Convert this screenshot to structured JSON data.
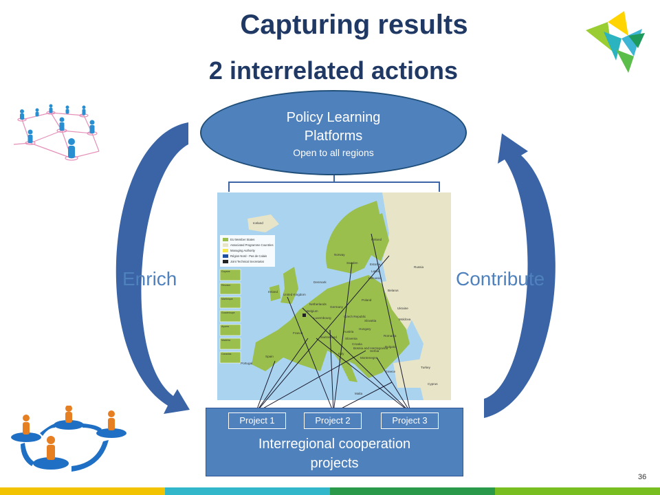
{
  "title": "Capturing results",
  "subtitle": "2 interrelated actions",
  "platform": {
    "line1": "Policy Learning",
    "line2": "Platforms",
    "note": "Open to all regions"
  },
  "projects_box": {
    "label_line1": "Interregional cooperation",
    "label_line2": "projects",
    "projects": [
      "Project 1",
      "Project 2",
      "Project 3"
    ]
  },
  "arrows": {
    "left_label": "Enrich",
    "right_label": "Contribute"
  },
  "map": {
    "legend": [
      "EU Member States",
      "Associated Programme Countries",
      "Managing Authority",
      "Région Nord - Pas de Calais",
      "Joint Technical Secretariat"
    ],
    "countries": [
      "Iceland",
      "Norway",
      "Sweden",
      "Finland",
      "Estonia",
      "Latvia",
      "Lithuania",
      "Russia",
      "Belarus",
      "Ukraine",
      "Moldova",
      "Poland",
      "Germany",
      "Denmark",
      "United Kingdom",
      "Ireland",
      "Netherlands",
      "Belgium",
      "Luxembourg",
      "France",
      "Switzerland",
      "Austria",
      "Czech Republic",
      "Slovakia",
      "Hungary",
      "Romania",
      "Bulgaria",
      "Greece",
      "Turkey",
      "Cyprus",
      "Italy",
      "Spain",
      "Portugal",
      "Malta",
      "Slovenia",
      "Croatia",
      "Serbia",
      "Montenegro",
      "Bosnia and Herzegovina"
    ],
    "outermost_regions": [
      "Guyane",
      "Réunion",
      "Martinique",
      "Guadeloupe",
      "Açores",
      "Madeira",
      "Canarias"
    ]
  },
  "page_number": "36",
  "colors": {
    "title": "#1f3864",
    "shape_fill": "#4f81bd",
    "arrow": "#3a64a6",
    "footer": [
      "#f2c300",
      "#31b7c9",
      "#2a9a4a",
      "#78be20"
    ]
  }
}
